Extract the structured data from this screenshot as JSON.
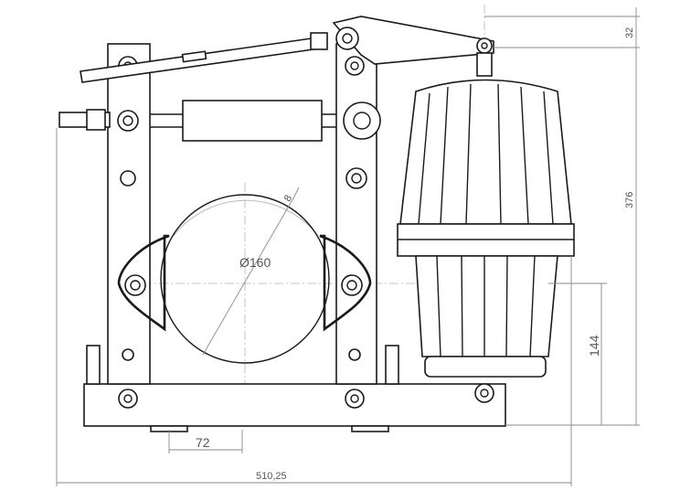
{
  "drawing": {
    "title": "Electro-hydraulic drum brake",
    "dimensions": {
      "lever_height": "32",
      "overall_height": "376",
      "center_height": "144",
      "offset": "72",
      "overall_width": "510,25",
      "drum_diameter": "Ø160",
      "lining_thickness": "8"
    }
  }
}
